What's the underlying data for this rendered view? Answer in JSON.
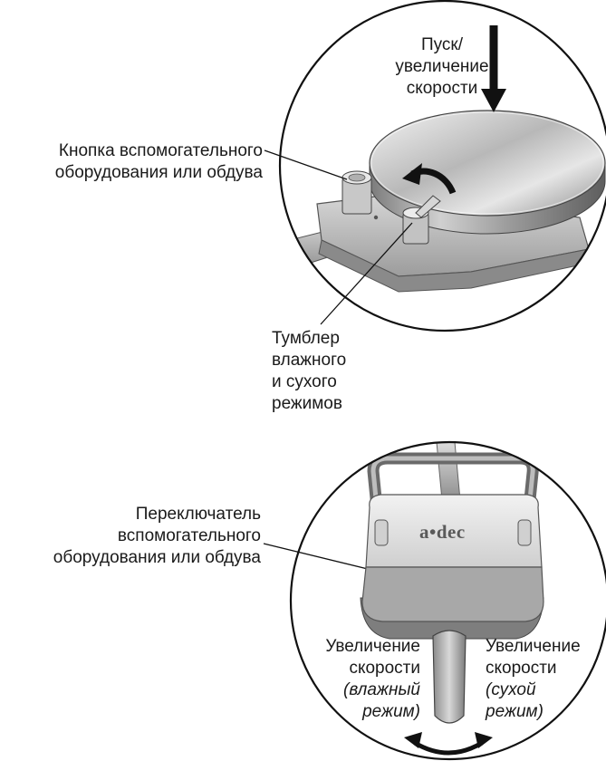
{
  "labels": {
    "start": {
      "line1": "Пуск/",
      "line2": "увеличение",
      "line3": "скорости"
    },
    "aux_button": {
      "line1": "Кнопка вспомогательного",
      "line2": "оборудования или обдува"
    },
    "wet_dry_toggle": {
      "line1": "Тумблер",
      "line2": "влажного",
      "line3": "и сухого",
      "line4": "режимов"
    },
    "aux_switch": {
      "line1": "Переключатель",
      "line2": "вспомогательного",
      "line3": "оборудования или обдува"
    },
    "speed_wet": {
      "line1": "Увеличение",
      "line2": "скорости",
      "line3": "(влажный",
      "line4": "режим)"
    },
    "speed_dry": {
      "line1": "Увеличение",
      "line2": "скорости",
      "line3": "(сухой",
      "line4": "режим)"
    }
  },
  "logo": "a•dec",
  "colors": {
    "ink": "#1a1a1a",
    "metal_light": "#e2e2e2",
    "metal_dark": "#6f6f6f",
    "body_gray": "#a9a9a9"
  }
}
